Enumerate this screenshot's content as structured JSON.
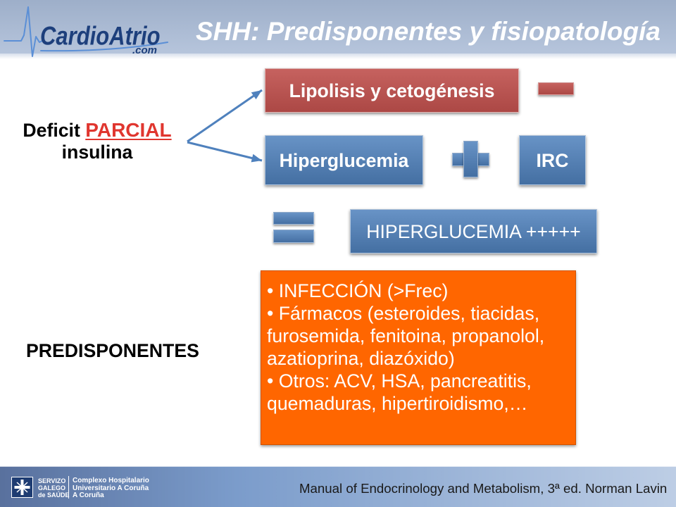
{
  "slide": {
    "title": "SHH: Predisponentes y fisiopatología"
  },
  "logo": {
    "name": "CardioAtrio",
    "suffix": ".com"
  },
  "deficit": {
    "word": "Deficit",
    "highlight": "PARCIAL",
    "object": "insulina"
  },
  "flow": {
    "lipolisis": "Lipolisis y cetogénesis",
    "hiperglucemia": "Hiperglucemia",
    "irc": "IRC",
    "result": "HIPERGLUCEMIA +++++"
  },
  "predisponentes": {
    "label": "PREDISPONENTES",
    "items": [
      "INFECCIÓN (>Frec)",
      "Fármacos (esteroides, tiacidas, furosemida, fenitoina, propanolol, azatioprina, diazóxido)",
      "Otros: ACV, HSA, pancreatitis, quemaduras, hipertiroidismo,…"
    ]
  },
  "footer": {
    "sergas": [
      "SERVIZO",
      "GALEGO",
      "de SAÚDE"
    ],
    "hospital": [
      "Complexo Hospitalario",
      "Universitario A Coruña",
      "A Coruña"
    ],
    "citation": "Manual of Endocrinology and Metabolism, 3ª ed. Norman Lavin"
  },
  "icons": {
    "ecg": "ecg-line-icon",
    "arrow": "arrow-icon",
    "minus": "minus-icon",
    "plus": "plus-icon",
    "equals": "equals-icon",
    "sergas_logo": "sergas-logo-icon"
  },
  "colors": {
    "header_band": "#a6b8d4",
    "title": "#ffffff",
    "logo": "#1d3f7c",
    "ecg": "#5b8fd6",
    "red_box": "#c0504d",
    "blue_box": "#4f81bd",
    "orange_box": "#ff6600",
    "highlight": "#e0362f",
    "text": "#000000",
    "footer": "#7b9ccb"
  }
}
